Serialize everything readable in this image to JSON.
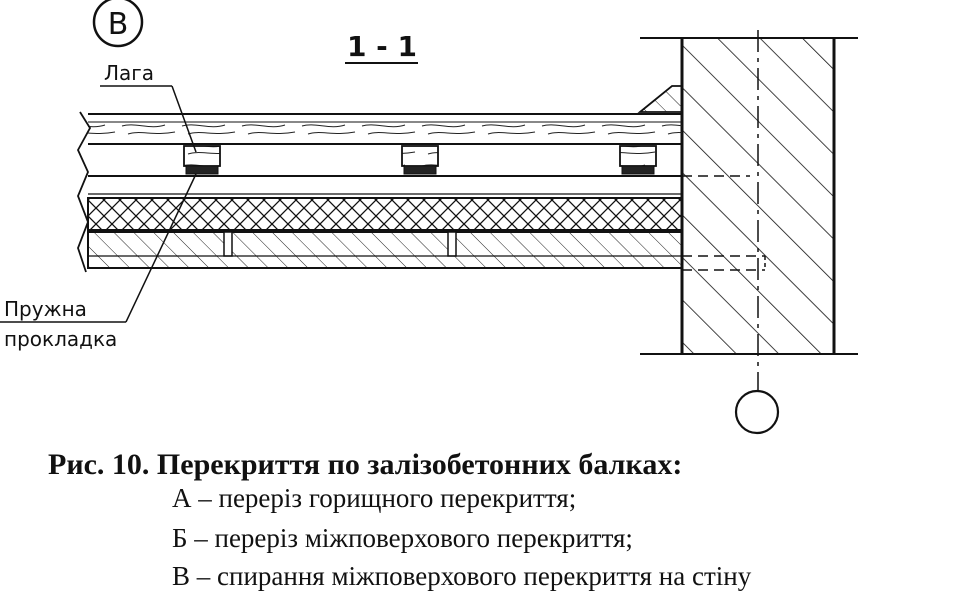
{
  "figure": {
    "marker": "В",
    "section_label": "1 - 1",
    "labels": {
      "joist": "Лага",
      "elastic_pad_line1": "Пружна",
      "elastic_pad_line2": "прокладка"
    }
  },
  "caption": {
    "title": "Рис. 10. Перекриття по залізобетонних балках:",
    "items": [
      "А – переріз горищного перекриття;",
      "Б – переріз міжповерхового перекриття;",
      "В – спирання міжповерхового перекриття на стіну"
    ]
  }
}
